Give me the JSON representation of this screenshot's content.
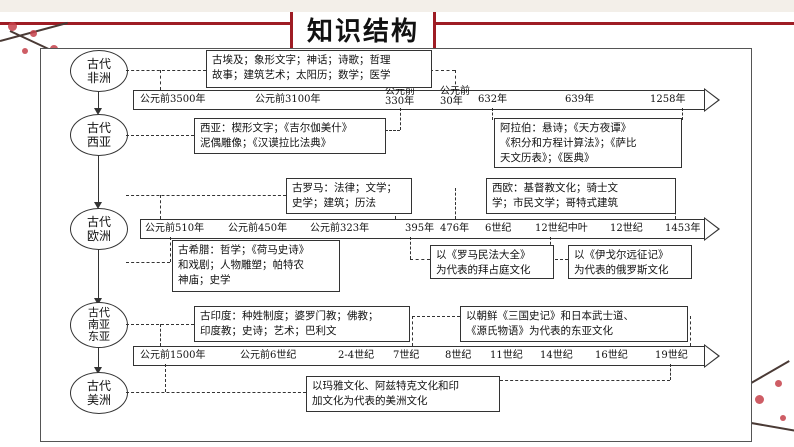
{
  "title": "知识结构",
  "colors": {
    "accent": "#9e1c24",
    "plum": "#c6414a"
  },
  "nodes": [
    {
      "line1": "古代",
      "line2": "非洲"
    },
    {
      "line1": "古代",
      "line2": "西亚"
    },
    {
      "line1": "古代",
      "line2": "欧洲"
    },
    {
      "line1": "古代",
      "line2": "南亚东亚"
    },
    {
      "line1": "古代",
      "line2": "美洲"
    }
  ],
  "timelines": [
    {
      "ticks": [
        "公元前3500年",
        "公元前3100年",
        "公元前330年",
        "公元前30年",
        "632年",
        "639年",
        "1258年"
      ]
    },
    {
      "ticks": [
        "公元前510年",
        "公元前450年",
        "公元前323年",
        "395年",
        "476年",
        "6世纪",
        "12世纪中叶",
        "12世纪",
        "1453年"
      ]
    },
    {
      "ticks": [
        "公元前1500年",
        "公元前6世纪",
        "2-4世纪",
        "7世纪",
        "8世纪",
        "11世纪",
        "14世纪",
        "16世纪",
        "19世纪"
      ]
    }
  ],
  "boxes": {
    "africa": [
      "古埃及；象形文字；神话；诗歌；哲理",
      "故事；建筑艺术；太阳历；数学；医学"
    ],
    "westasia": [
      "西亚：楔形文字；《吉尔伽美什》",
      "泥偶雕像；《汉谟拉比法典》"
    ],
    "arab": [
      "阿拉伯：悬诗；《天方夜谭》",
      "《积分和方程计算法》；《萨比",
      "天文历表》；《医典》"
    ],
    "rome": [
      "古罗马：法律；文学；",
      "史学；建筑；历法"
    ],
    "westeurope": [
      "西欧：基督教文化；骑士文",
      "学；市民文学；哥特式建筑"
    ],
    "greece": [
      "古希腊：哲学；《荷马史诗》",
      "和戏剧；人物雕塑；帕特农",
      "神庙；史学"
    ],
    "byzantine": [
      "以《罗马民法大全》",
      "为代表的拜占庭文化"
    ],
    "russia": [
      "以《伊戈尔远征记》",
      "为代表的俄罗斯文化"
    ],
    "india": [
      "古印度：种姓制度；婆罗门教；佛教；",
      "印度教；史诗；艺术；巴利文"
    ],
    "eastasia": [
      "以朝鲜《三国史记》和日本武士道、",
      "《源氏物语》为代表的东亚文化"
    ],
    "america": [
      "以玛雅文化、阿兹特克文化和印",
      "加文化为代表的美洲文化"
    ]
  }
}
